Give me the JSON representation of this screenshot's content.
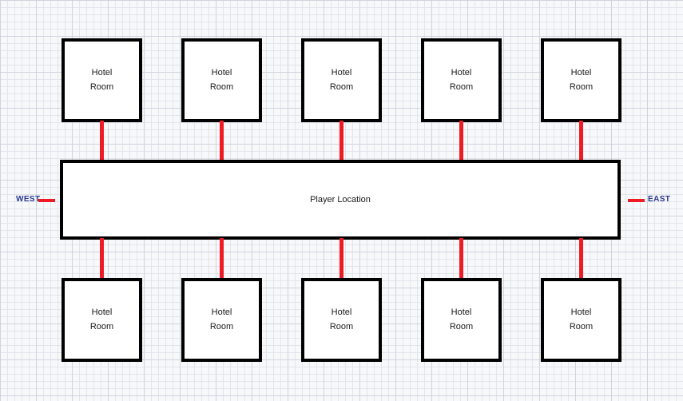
{
  "diagram": {
    "compass": {
      "west": "WEST",
      "east": "EAST"
    },
    "corridor": {
      "label": "Player Location"
    },
    "top_rooms": [
      {
        "label": "Hotel\nRoom"
      },
      {
        "label": "Hotel\nRoom"
      },
      {
        "label": "Hotel\nRoom"
      },
      {
        "label": "Hotel\nRoom"
      },
      {
        "label": "Hotel\nRoom"
      }
    ],
    "bottom_rooms": [
      {
        "label": "Hotel\nRoom"
      },
      {
        "label": "Hotel\nRoom"
      },
      {
        "label": "Hotel\nRoom"
      },
      {
        "label": "Hotel\nRoom"
      },
      {
        "label": "Hotel\nRoom"
      }
    ],
    "colors": {
      "connector": "#ed1c24",
      "box_border": "#000000",
      "box_fill": "#ffffff",
      "compass_text": "#2b3990",
      "grid_minor": "#e3e5eb",
      "grid_major": "#cfd3dc",
      "background": "#f7f8fa"
    }
  }
}
